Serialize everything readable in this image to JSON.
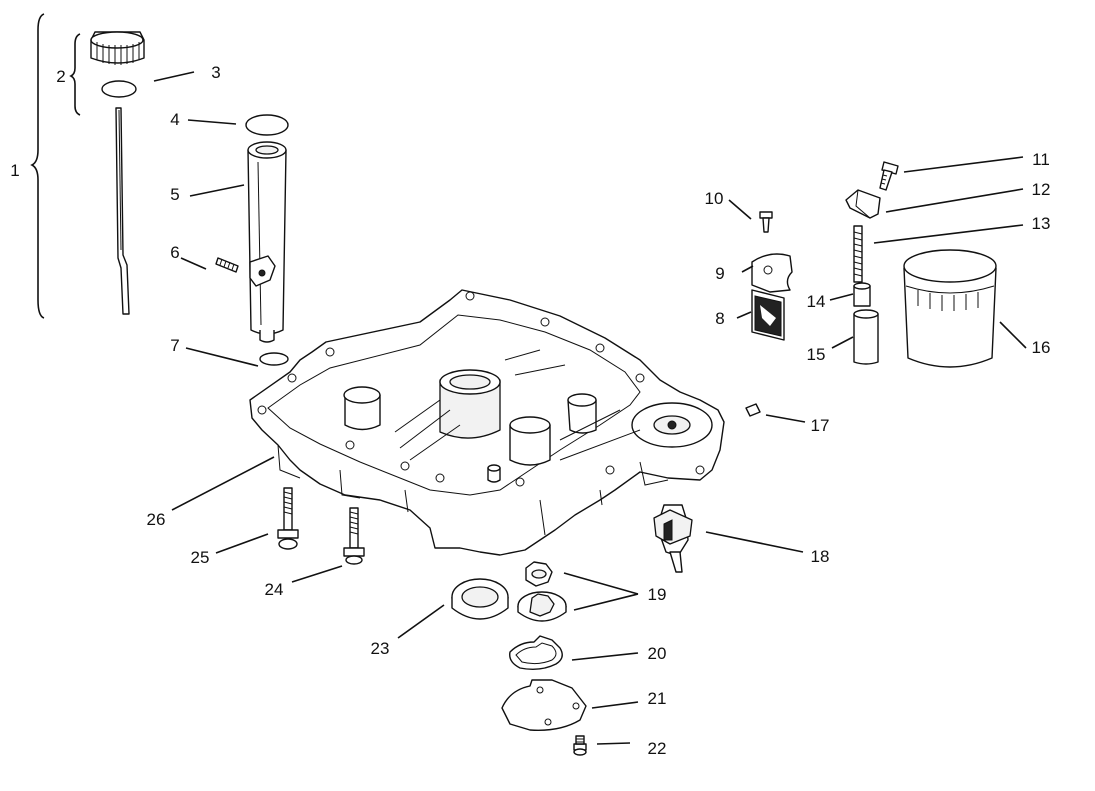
{
  "diagram": {
    "labels": [
      "1",
      "2",
      "3",
      "4",
      "5",
      "6",
      "7",
      "8",
      "9",
      "10",
      "11",
      "12",
      "13",
      "14",
      "15",
      "16",
      "17",
      "18",
      "19",
      "20",
      "21",
      "22",
      "23",
      "24",
      "25",
      "26"
    ]
  }
}
